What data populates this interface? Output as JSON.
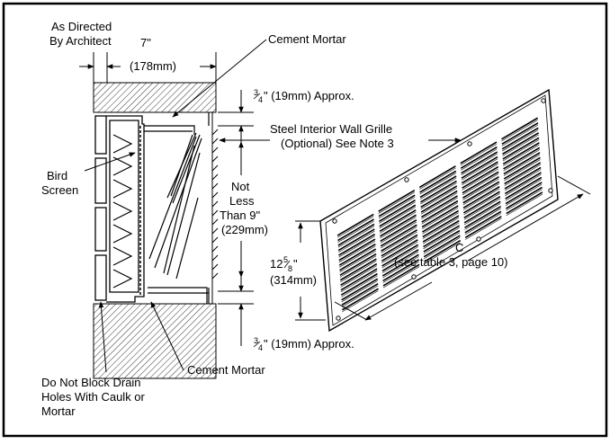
{
  "labels": {
    "as_directed_1": "As Directed",
    "as_directed_2": "By Architect",
    "width_in": "7\"",
    "width_mm": "(178mm)",
    "cement_mortar_top": "Cement Mortar",
    "gap_top": "\" (19mm) Approx.",
    "gap_bottom": "\" (19mm) Approx.",
    "frac_num": "3",
    "frac_den": "4",
    "grille_1": "Steel Interior Wall Grille",
    "grille_2": "(Optional) See Note 3",
    "bird_1": "Bird",
    "bird_2": "Screen",
    "notless_1": "Not",
    "notless_2": "Less",
    "notless_3": "Than 9\"",
    "notless_4": "(229mm)",
    "height_whole": "12",
    "height_num": "5",
    "height_den": "8",
    "height_in_mark": "\"",
    "height_mm": "(314mm)",
    "c_label": "C",
    "c_ref": "(see table 3, page 10)",
    "cement_mortar_bottom": "Cement Mortar",
    "drain_1": "Do Not Block Drain",
    "drain_2": "Holes With Caulk or",
    "drain_3": "Mortar"
  },
  "icons": [
    "arrowhead-icon",
    "screw-hole-icon"
  ]
}
